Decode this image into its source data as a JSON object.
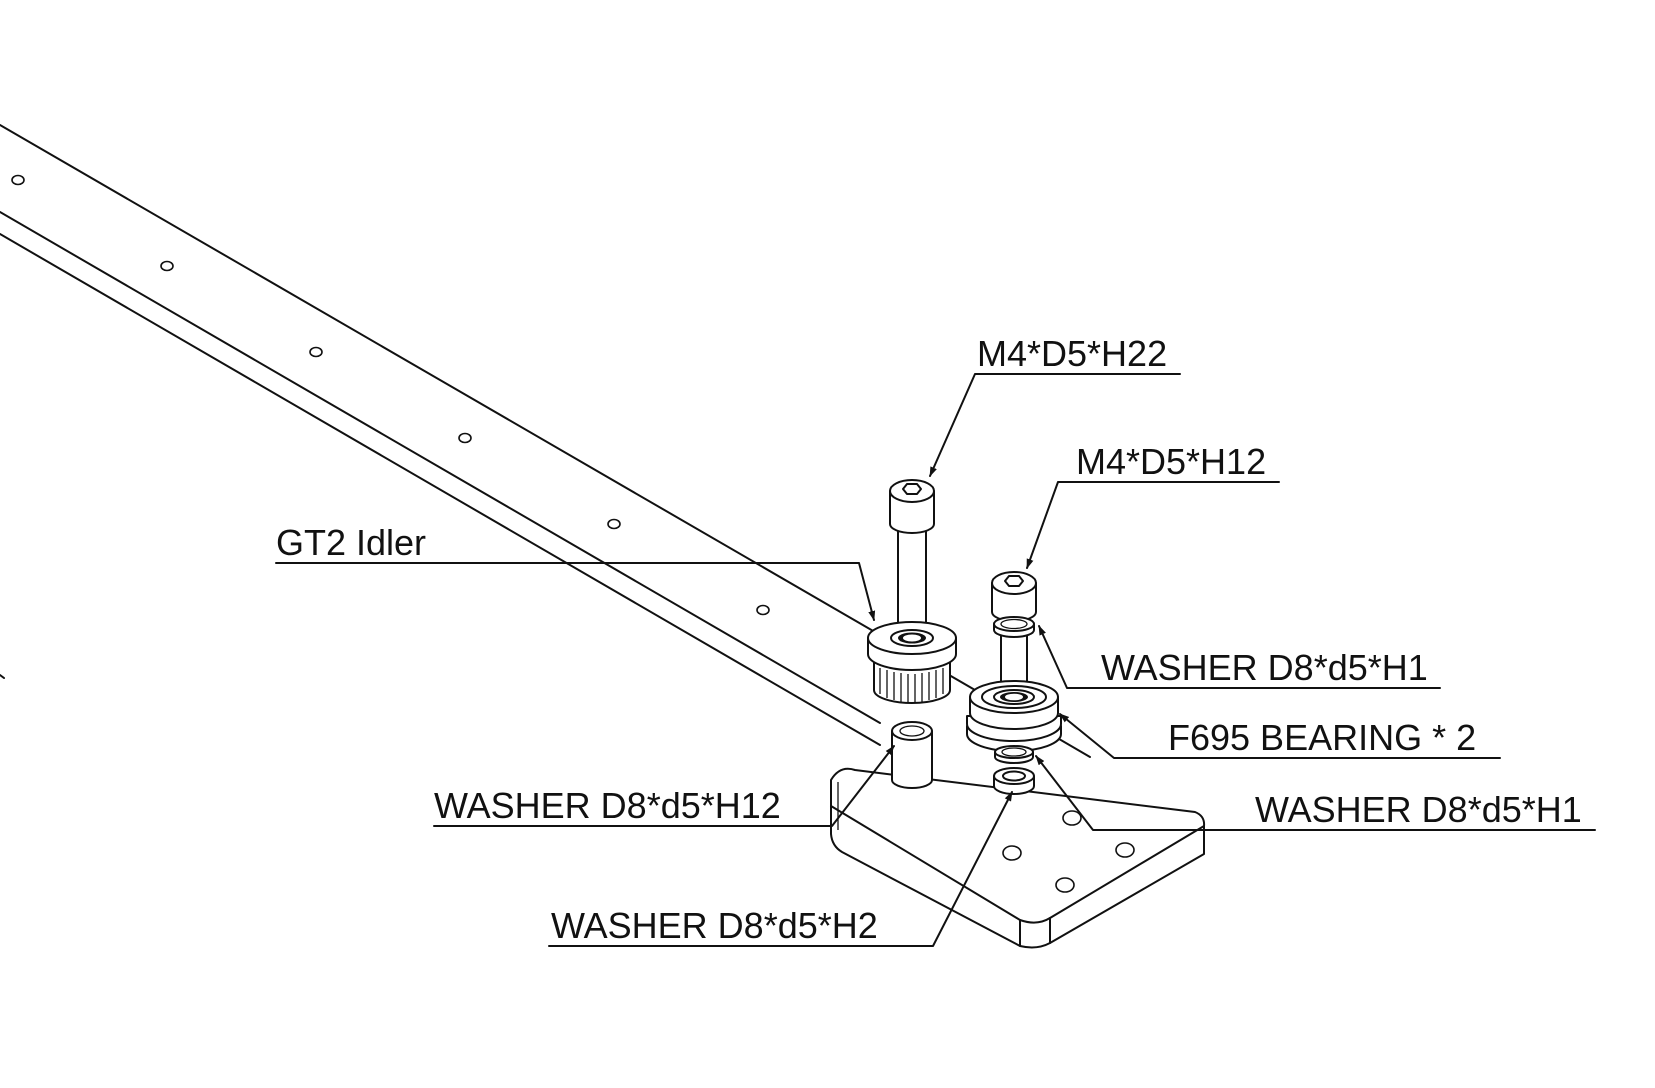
{
  "labels": {
    "screw_long": "M4*D5*H22",
    "screw_short": "M4*D5*H12",
    "idler": "GT2 Idler",
    "washer_h1_top": "WASHER D8*d5*H1",
    "bearing": "F695 BEARING * 2",
    "washer_h12": "WASHER D8*d5*H12",
    "washer_h1_bottom": "WASHER D8*d5*H1",
    "washer_h2": "WASHER D8*d5*H2"
  },
  "colors": {
    "line": "#111111",
    "background": "#ffffff"
  },
  "icons": {
    "leader_tip": "arrowhead-icon"
  }
}
